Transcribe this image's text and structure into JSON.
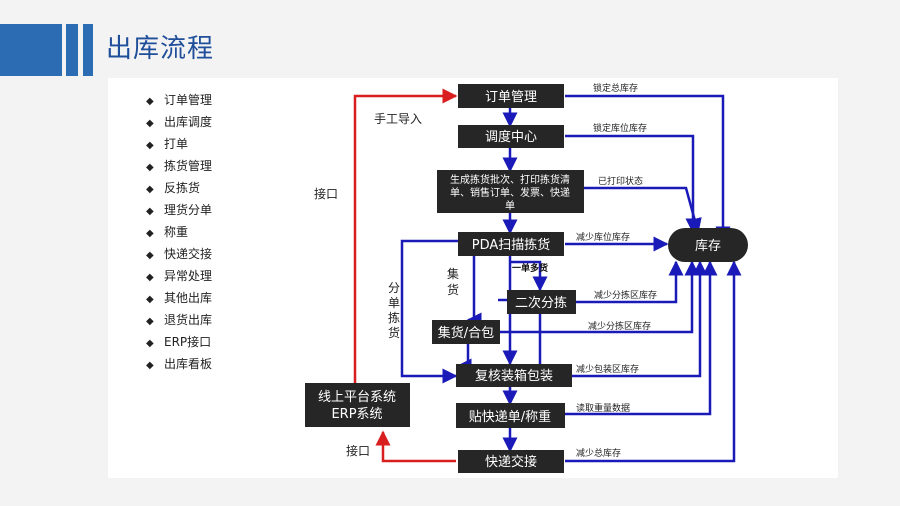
{
  "title": "出库流程",
  "menu": [
    "订单管理",
    "出库调度",
    "打单",
    "拣货管理",
    "反拣货",
    "理货分单",
    "称重",
    "快递交接",
    "异常处理",
    "其他出库",
    "退货出库",
    "ERP接口",
    "出库看板"
  ],
  "nodes": {
    "order_mgmt": "订单管理",
    "dispatch_center": "调度中心",
    "pick_batch_lines": [
      "生成拣货批次、打印拣货清",
      "单、销售订单、发票、快递",
      "单"
    ],
    "pda_scan": "PDA扫描拣货",
    "stock": "库存",
    "second_sort": "二次分拣",
    "gather_pack": "集货/合包",
    "recheck_pack": "复核装箱包装",
    "label_weigh": "贴快递单/称重",
    "express_handover": "快递交接",
    "online_system_lines": [
      "线上平台系统",
      "ERP系统"
    ]
  },
  "labels": {
    "lock_total": "锁定总库存",
    "lock_location": "锁定库位库存",
    "printed_status": "已打印状态",
    "reduce_location": "减少库位库存",
    "reduce_sort_zone": "减少分拣区库存",
    "reduce_sort_zone2": "减少分拣区库存",
    "reduce_pack_zone": "减少包装区库存",
    "read_weight": "读取重量数据",
    "reduce_total": "减少总库存",
    "manual_import": "手工导入",
    "interface_left": "接口",
    "interface_bottom": "接口",
    "single_multi": "一单多货",
    "gather_goods_lines": [
      "集",
      "货"
    ],
    "sort_pick_lines": [
      "分",
      "单",
      "拣",
      "货"
    ]
  },
  "colors": {
    "blue_flow": "#1a1ab8",
    "red_flow": "#d81e1e",
    "box": "#262626",
    "accent": "#2b6cb2"
  }
}
